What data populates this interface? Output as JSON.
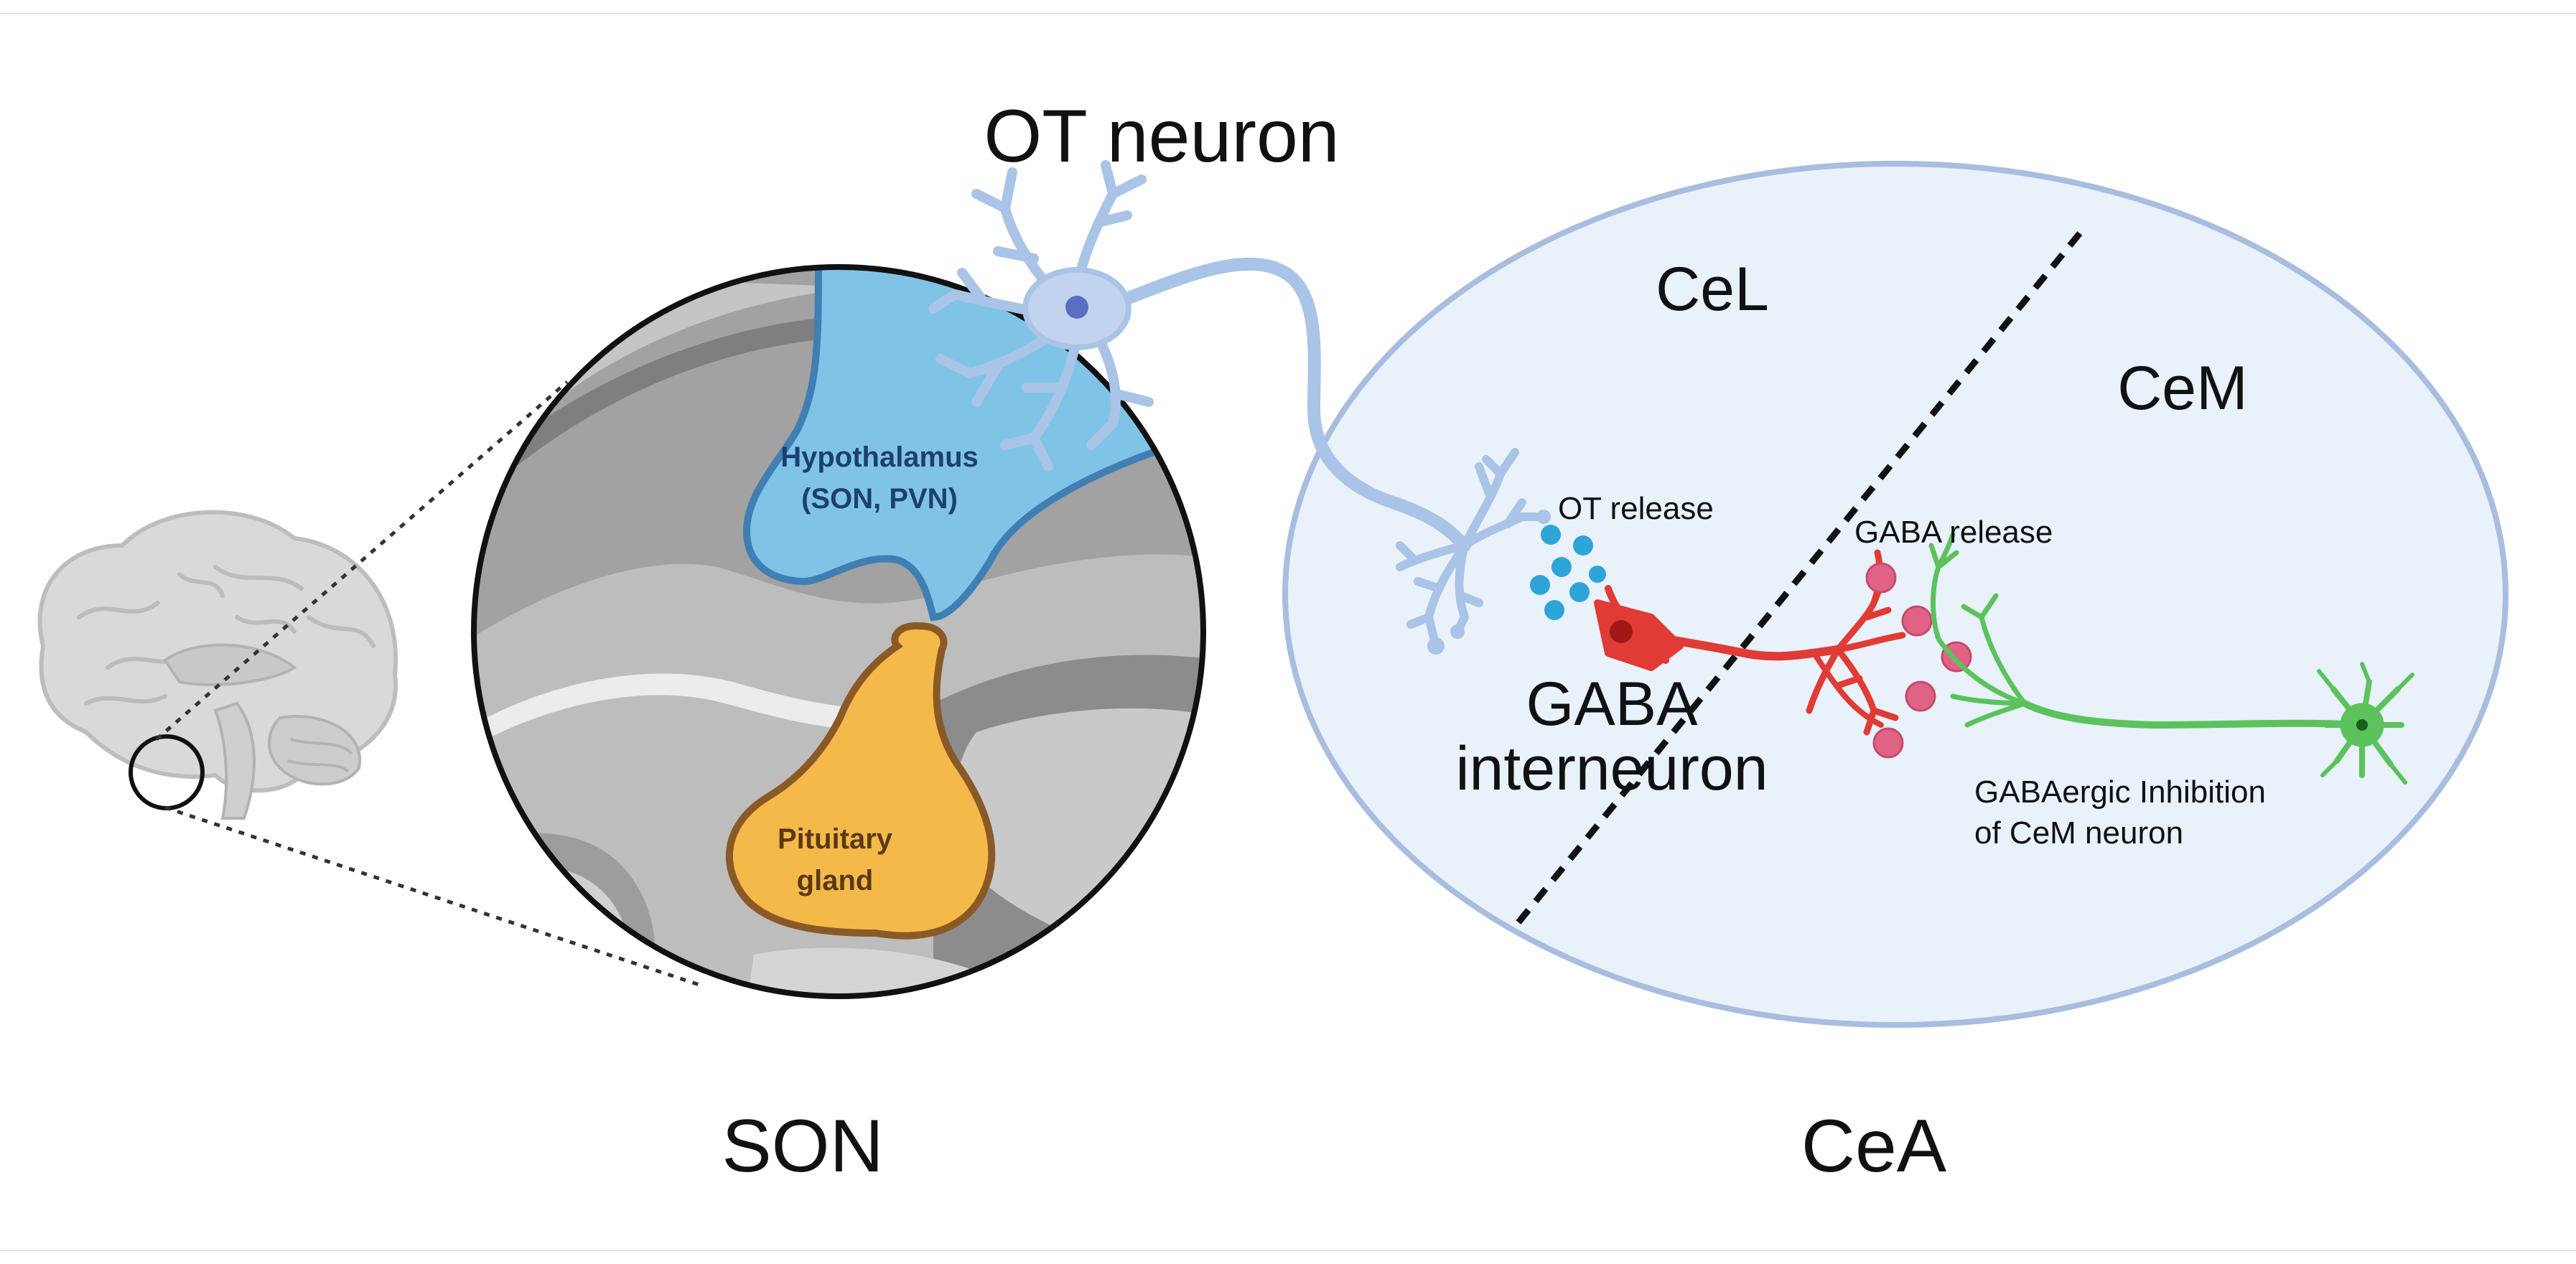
{
  "labels": {
    "ot_neuron": "OT neuron",
    "son": "SON",
    "cea": "CeA",
    "cel": "CeL",
    "cem": "CeM",
    "hypothalamus_line1": "Hypothalamus",
    "hypothalamus_line2": "(SON, PVN)",
    "pituitary_line1": "Pituitary",
    "pituitary_line2": "gland",
    "ot_release": "OT release",
    "gaba_release": "GABA release",
    "gaba_interneuron_line1": "GABA",
    "gaba_interneuron_line2": "interneuron",
    "inhibition_line1": "GABAergic Inhibition",
    "inhibition_line2": "of CeM neuron"
  },
  "colors": {
    "hypothalamus": "#7fc4e6",
    "hypothalamus_outline": "#3f7fb4",
    "hypothalamus_text": "#1d3f73",
    "pituitary": "#f5b94a",
    "pituitary_outline": "#8a5a26",
    "pituitary_text": "#5a3a12",
    "ot_neuron": "#a9c4e6",
    "ot_neuron_soma": "#c2d3ef",
    "ot_release_dots": "#2ea5d8",
    "gaba_interneuron": "#e03b35",
    "gaba_release_dots": "#e06386",
    "cem_neuron": "#5cc25c",
    "cea_fill": "#e9f1fb",
    "cea_outline": "#a8bddf",
    "brain": "#d8d8d8",
    "zoom_background": "#9a9a9a"
  }
}
